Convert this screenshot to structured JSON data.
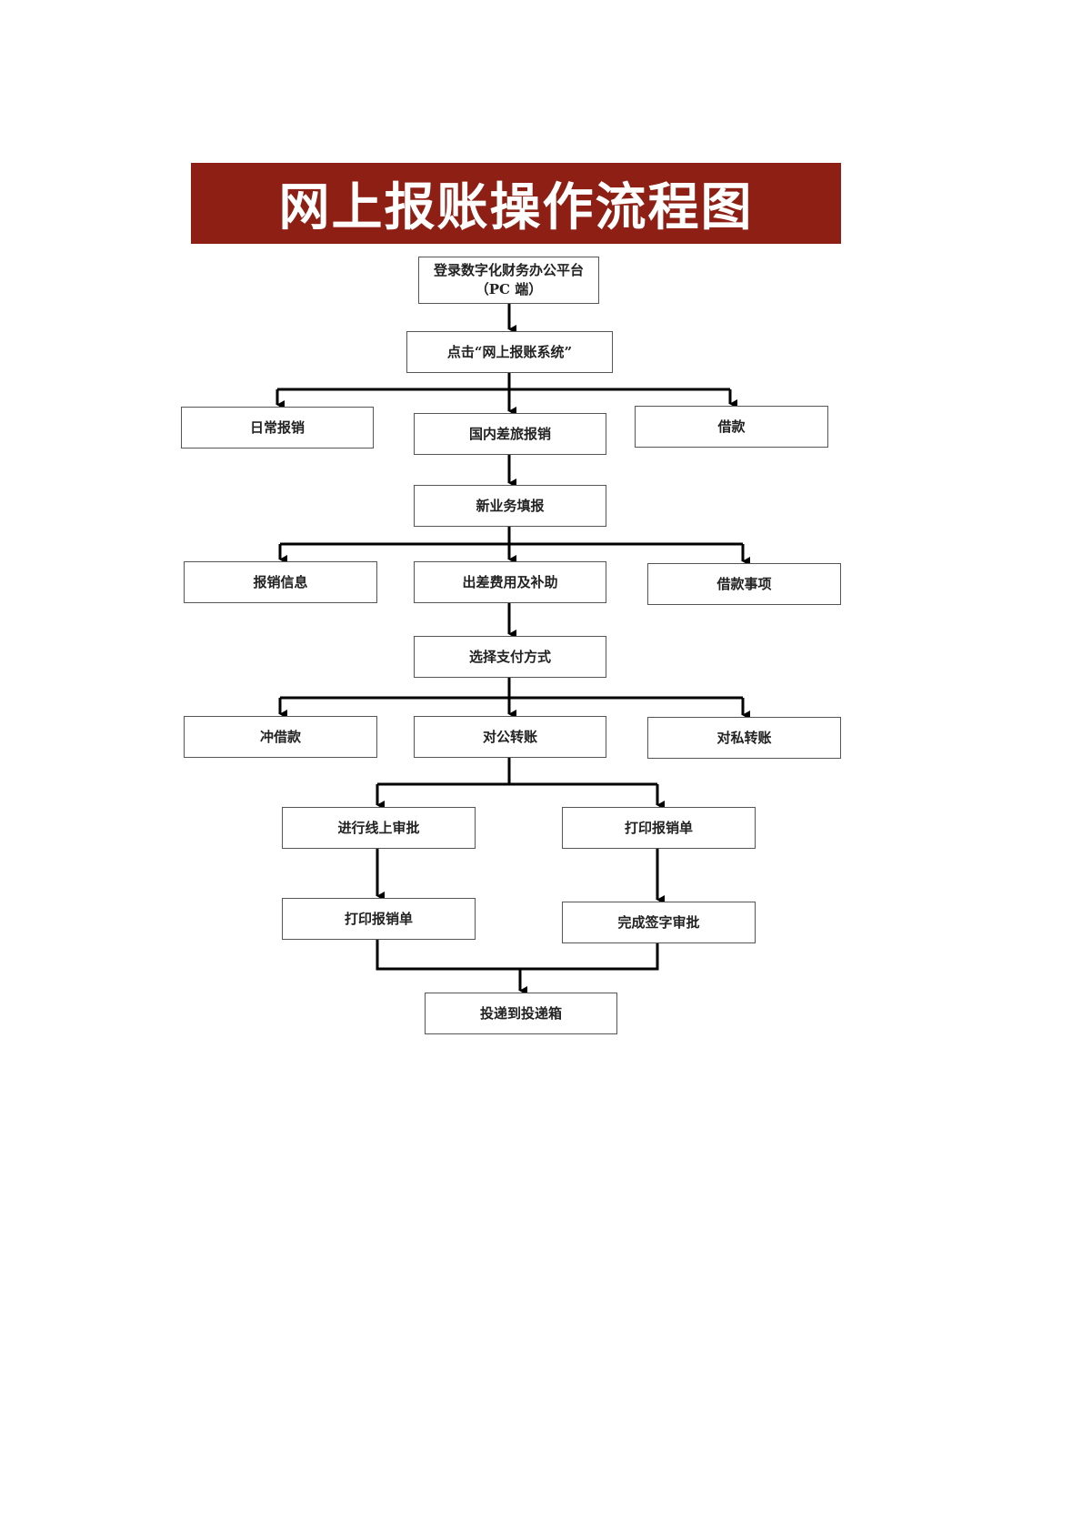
{
  "title": "网上报账操作流程图",
  "colors": {
    "banner": "#8e1f14",
    "line": "#000000",
    "box_border": "#555555"
  },
  "nodes": {
    "login": {
      "line1": "登录数字化财务办公平台",
      "line2": "（PC 端）"
    },
    "click_system": "点击“网上报账系统”",
    "daily_reimburse": "日常报销",
    "domestic_travel": "国内差旅报销",
    "loan": "借款",
    "new_business": "新业务填报",
    "reimburse_info": "报销信息",
    "travel_expense": "出差费用及补助",
    "loan_items": "借款事项",
    "payment_method": "选择支付方式",
    "offset_loan": "冲借款",
    "public_transfer": "对公转账",
    "private_transfer": "对私转账",
    "online_approval": "进行线上审批",
    "print_form_right": "打印报销单",
    "print_form_left": "打印报销单",
    "sign_approval": "完成签字审批",
    "deliver_box": "投递到投递箱"
  }
}
